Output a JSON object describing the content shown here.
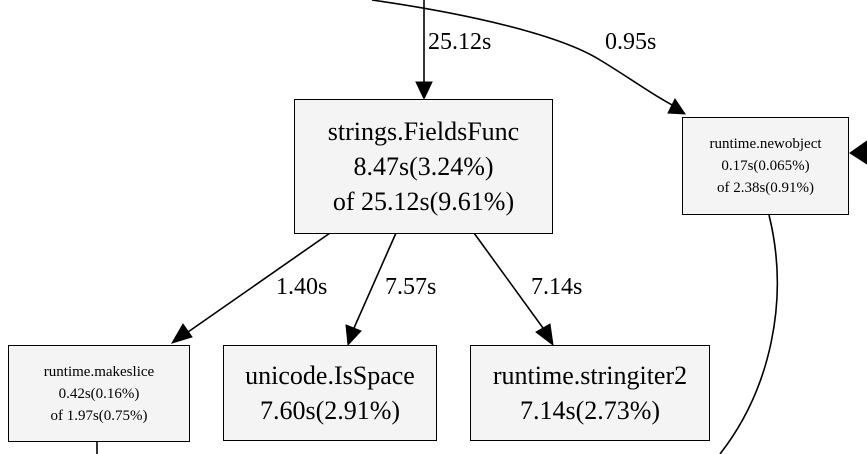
{
  "nodes": {
    "fieldsfunc": {
      "name": "strings.FieldsFunc",
      "flat": "8.47s(3.24%)",
      "cum": "of 25.12s(9.61%)"
    },
    "newobject": {
      "name": "runtime.newobject",
      "flat": "0.17s(0.065%)",
      "cum": "of 2.38s(0.91%)"
    },
    "makeslice": {
      "name": "runtime.makeslice",
      "flat": "0.42s(0.16%)",
      "cum": "of 1.97s(0.75%)"
    },
    "isspace": {
      "name": "unicode.IsSpace",
      "flat": "7.60s(2.91%)"
    },
    "stringiter2": {
      "name": "runtime.stringiter2",
      "flat": "7.14s(2.73%)"
    }
  },
  "edges": {
    "into_fieldsfunc": "25.12s",
    "into_newobject": "0.95s",
    "fieldsfunc_to_makeslice": "1.40s",
    "fieldsfunc_to_isspace": "7.57s",
    "fieldsfunc_to_stringiter2": "7.14s"
  }
}
